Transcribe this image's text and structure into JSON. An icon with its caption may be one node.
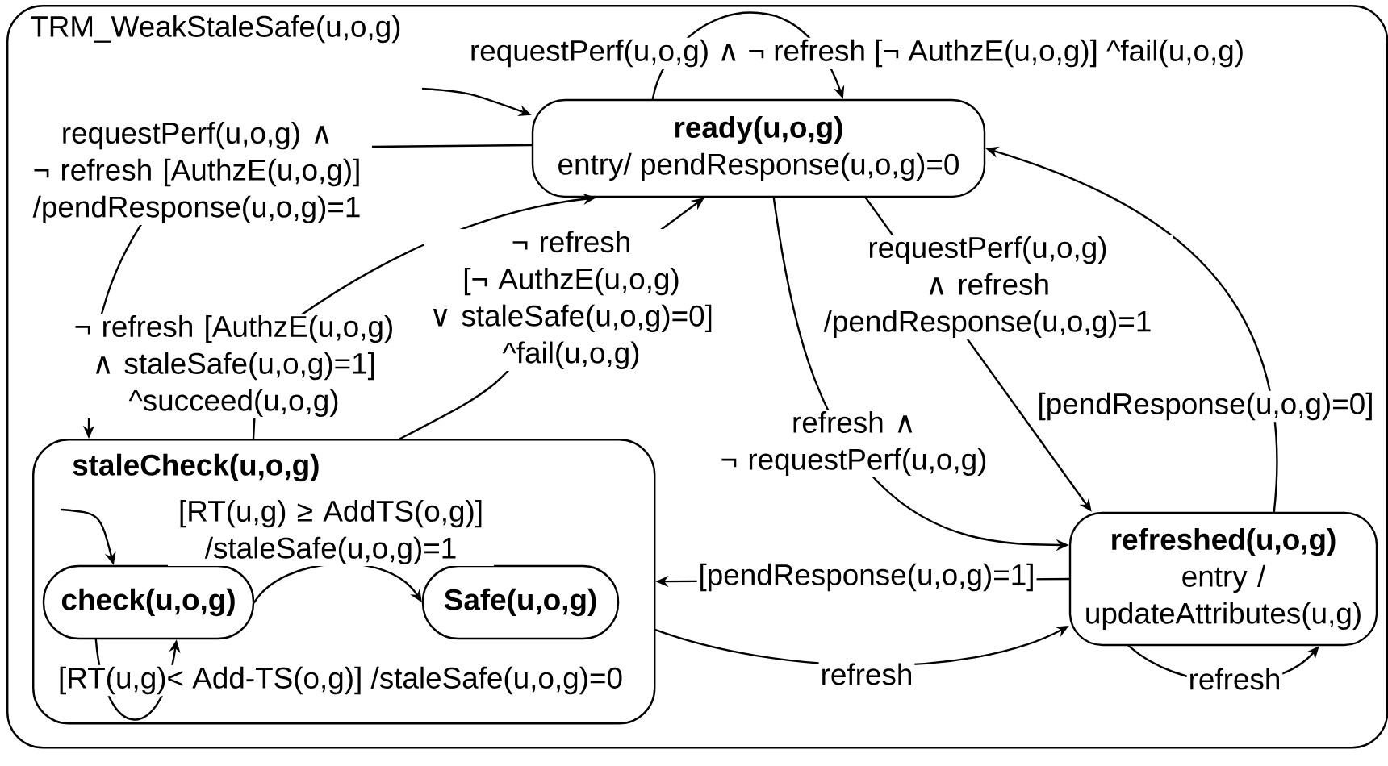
{
  "diagram": {
    "nodes": [
      {
        "text": [
          "TRM_WeakStaleSafe(u,o,g)"
        ]
      },
      {
        "text": [
          "ready(u,o,g)",
          "entry/ pendResponse(u,o,g)=0"
        ],
        "in": 0
      },
      {
        "text": [
          "staleCheck(u,o,g)"
        ],
        "in": 0
      },
      {
        "text": [
          "check(u,o,g)"
        ],
        "in": 2
      },
      {
        "text": [
          "Safe(u,o,g)"
        ],
        "in": 2
      },
      {
        "text": [
          "refreshed(u,o,g)",
          "entry / updateAttributes(u,g)"
        ],
        "in": 0
      }
    ],
    "edges": [
      {
        "from": null,
        "to": 1,
        "arrow": "to"
      },
      {
        "from": 1,
        "to": 1,
        "arrow": "to",
        "label": "requestPerf(u,o,g) ∧ ¬ refresh [¬ AuthzE(u,o,g)] ^fail(u,o,g)"
      },
      {
        "from": 1,
        "to": 2,
        "arrow": "to",
        "label": "requestPerf(u,o,g) ∧ ¬ refresh [AuthzE(u,o,g)] /pendResponse(u,o,g)=1"
      },
      {
        "from": 2,
        "to": 1,
        "arrow": "to",
        "label": "¬ refresh [AuthzE(u,o,g) ∧ staleSafe(u,o,g)=1] ^succeed(u,o,g)"
      },
      {
        "from": 2,
        "to": 1,
        "arrow": "to",
        "label": "¬ refresh [¬ AuthzE(u,o,g) ∨ staleSafe(u,o,g)=0] ^fail(u,o,g)"
      },
      {
        "from": 1,
        "to": 5,
        "arrow": "to",
        "label": "requestPerf(u,o,g) ∧ refresh /pendResponse(u,o,g)=1"
      },
      {
        "from": 1,
        "to": 5,
        "arrow": "to",
        "label": "refresh ∧ ¬ requestPerf(u,o,g)"
      },
      {
        "from": 5,
        "to": 1,
        "arrow": "to",
        "label": "[pendResponse(u,o,g)=0]"
      },
      {
        "from": 5,
        "to": 2,
        "arrow": "to",
        "label": "[pendResponse(u,o,g)=1]"
      },
      {
        "from": 2,
        "to": 5,
        "arrow": "to",
        "label": "refresh"
      },
      {
        "from": 5,
        "to": 5,
        "arrow": "to",
        "label": "refresh"
      },
      {
        "from": null,
        "to": 3,
        "arrow": "to"
      },
      {
        "from": 3,
        "to": 4,
        "arrow": "to",
        "label": "[RT(u,g) ≥ AddTS(o,g)] /staleSafe(u,o,g)=1"
      },
      {
        "from": 3,
        "to": 3,
        "arrow": "to",
        "label": "[RT(u,g)< Add-TS(o,g)] /staleSafe(u,o,g)=0"
      }
    ]
  }
}
